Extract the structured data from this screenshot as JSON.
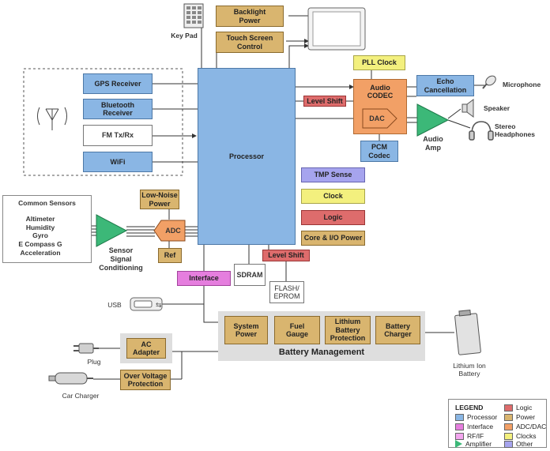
{
  "blocks": {
    "processor": "Processor",
    "gps": "GPS Receiver",
    "bluetooth": "Bluetooth\nReceiver",
    "fm": "FM Tx/Rx",
    "wifi": "WiFi",
    "backlight": "Backlight\nPower",
    "touch": "Touch Screen\nControl",
    "pll": "PLL Clock",
    "codec": "Audio\nCODEC",
    "dac": "DAC",
    "echo": "Echo\nCancellation",
    "pcm": "PCM\nCodec",
    "level_shift_top": "Level Shift",
    "level_shift_bottom": "Level Shift",
    "tmp": "TMP Sense",
    "clock": "Clock",
    "logic": "Logic",
    "coreio": "Core & I/O Power",
    "lownoise": "Low-Noise\nPower",
    "adc": "ADC",
    "ref": "Ref",
    "interface": "Interface",
    "sdram": "SDRAM",
    "flash": "FLASH/\nEPROM",
    "system_power": "System\nPower",
    "fuel_gauge": "Fuel\nGauge",
    "lithium_prot": "Lithium\nBattery\nProtection",
    "battery_charger": "Battery\nCharger",
    "ac_adapter": "AC\nAdapter",
    "over_voltage": "Over Voltage\nProtection"
  },
  "labels": {
    "keypad": "Key Pad",
    "microphone": "Microphone",
    "speaker": "Speaker",
    "headphones": "Stereo\nHeadphones",
    "audio_amp": "Audio\nAmp",
    "common_sensors_title": "Common Sensors",
    "sensors_list": "Altimeter\nHumidity\nGyro\nE Compass G\nAcceleration",
    "sensor_conditioning": "Sensor\nSignal\nConditioning",
    "usb": "USB",
    "battery_management": "Battery Management",
    "lithium_ion": "Lithium Ion\nBattery",
    "plug": "Plug",
    "car_charger": "Car Charger"
  },
  "legend": {
    "title": "LEGEND",
    "items": [
      {
        "label": "Processor",
        "color": "#8ab6e4"
      },
      {
        "label": "Logic",
        "color": "#de6c6c"
      },
      {
        "label": "Interface",
        "color": "#e57ede"
      },
      {
        "label": "Power",
        "color": "#d9b56f"
      },
      {
        "label": "RF/IF",
        "color": "#f3a6ef"
      },
      {
        "label": "ADC/DAC",
        "color": "#f2a066"
      },
      {
        "label": "Amplifier",
        "color": "#3cb878"
      },
      {
        "label": "Clocks",
        "color": "#f3f07e"
      },
      {
        "label": "Other",
        "color": "#a6a4ee"
      }
    ]
  }
}
